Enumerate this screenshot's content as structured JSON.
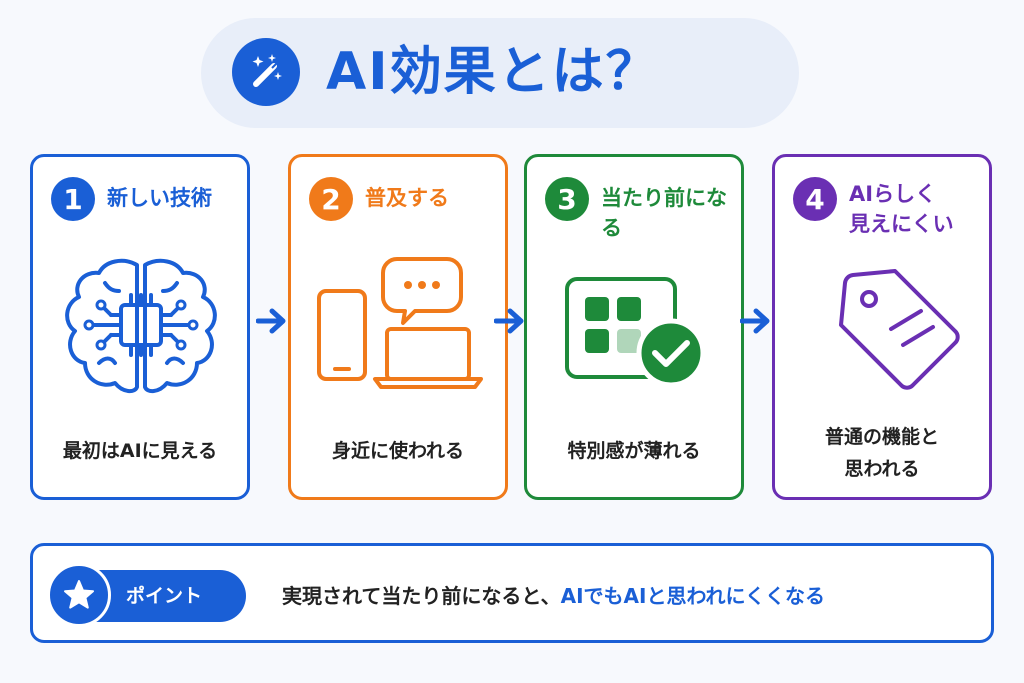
{
  "title": {
    "text": "AI効果とは？",
    "icon": "magic-wand-icon"
  },
  "colors": {
    "blue": "#1a5fd6",
    "orange": "#f07a1a",
    "green": "#1e8a3a",
    "purple": "#6a2fb3"
  },
  "steps": [
    {
      "number": "1",
      "title": "新しい技術",
      "caption": "最初はAIに見える",
      "icon": "brain-chip-icon"
    },
    {
      "number": "2",
      "title": "普及する",
      "caption": "身近に使われる",
      "icon": "devices-chat-icon"
    },
    {
      "number": "3",
      "title": "当たり前になる",
      "caption": "特別感が薄れる",
      "icon": "app-grid-check-icon"
    },
    {
      "number": "4",
      "title": "AIらしく\n見えにくい",
      "caption": "普通の機能と\n思われる",
      "icon": "price-tag-icon"
    }
  ],
  "point": {
    "label": "ポイント",
    "message_part1": "実現されて当たり前になると、",
    "message_part2": "AIでもAIと思われにくくなる"
  }
}
